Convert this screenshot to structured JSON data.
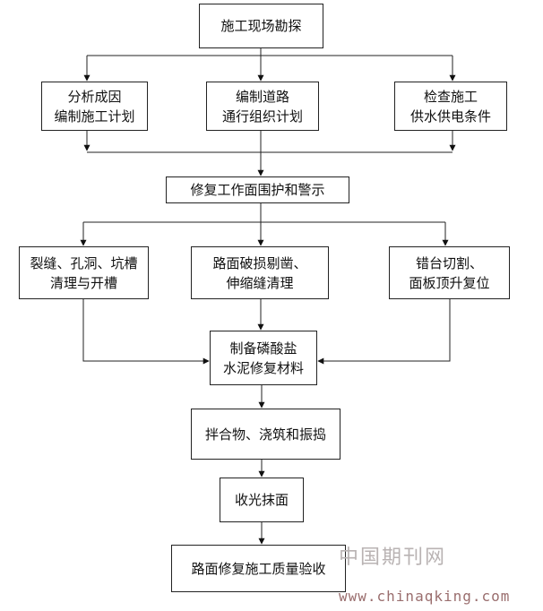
{
  "nodes": {
    "survey": {
      "lines": [
        "施工现场勘探"
      ]
    },
    "analyze": {
      "lines": [
        "分析成因",
        "编制施工计划"
      ]
    },
    "traffic": {
      "lines": [
        "编制道路",
        "通行组织计划"
      ]
    },
    "utility": {
      "lines": [
        "检查施工",
        "供水供电条件"
      ]
    },
    "barrier": {
      "lines": [
        "修复工作面围护和警示"
      ]
    },
    "crack": {
      "lines": [
        "裂缝、孔洞、坑槽",
        "清理与开槽"
      ]
    },
    "surface": {
      "lines": [
        "路面破损剔凿、",
        "伸缩缝清理"
      ]
    },
    "fault": {
      "lines": [
        "错台切割、",
        "面板顶升复位"
      ]
    },
    "material": {
      "lines": [
        "制备磷酸盐",
        "水泥修复材料"
      ]
    },
    "mix": {
      "lines": [
        "拌合物、浇筑和振捣"
      ]
    },
    "finish": {
      "lines": [
        "收光抹面"
      ]
    },
    "inspect": {
      "lines": [
        "路面修复施工质量验收"
      ]
    }
  },
  "watermark": {
    "site_name": "中国期刊网",
    "url": "www.chinaqking.com"
  }
}
